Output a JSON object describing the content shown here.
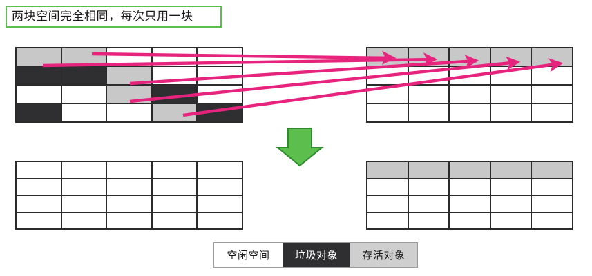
{
  "page": {
    "title_banner": "两块空间完全相同，每次只用一块",
    "accent_green": "#5CBE4C",
    "accent_pink": "#E6247E",
    "color_free": "#FFFFFF",
    "color_garbage": "#2F2F31",
    "color_live": "#C8C8C8",
    "grid_border": "#2B2B2B"
  },
  "legend": {
    "items": [
      {
        "label": "空闲空间",
        "state": "free",
        "swatch": "#FFFFFF"
      },
      {
        "label": "垃圾对象",
        "state": "garbage",
        "swatch": "#2F2F31"
      },
      {
        "label": "存活对象",
        "state": "live",
        "swatch": "#CFCFCF"
      }
    ]
  },
  "arrows": {
    "copy_arrow_color": "#E6247E",
    "flow_arrow_color": "#5CBE4C",
    "copy_arrow_count": 5,
    "flow_arrow_direction": "down"
  },
  "grids": {
    "top_left": {
      "name": "from-space-before-gc",
      "rows": 4,
      "cols": 5,
      "cells": [
        [
          "live",
          "live",
          "free",
          "free",
          "free"
        ],
        [
          "garbage",
          "garbage",
          "live",
          "free",
          "free"
        ],
        [
          "free",
          "free",
          "live",
          "garbage",
          "free"
        ],
        [
          "garbage",
          "free",
          "free",
          "live",
          "garbage"
        ]
      ]
    },
    "top_right": {
      "name": "to-space-after-copy",
      "rows": 4,
      "cols": 5,
      "cells": [
        [
          "live",
          "live",
          "live",
          "live",
          "live"
        ],
        [
          "free",
          "free",
          "free",
          "free",
          "free"
        ],
        [
          "free",
          "free",
          "free",
          "free",
          "free"
        ],
        [
          "free",
          "free",
          "free",
          "free",
          "free"
        ]
      ]
    },
    "bottom_left": {
      "name": "from-space-cleared",
      "rows": 4,
      "cols": 5,
      "cells": [
        [
          "free",
          "free",
          "free",
          "free",
          "free"
        ],
        [
          "free",
          "free",
          "free",
          "free",
          "free"
        ],
        [
          "free",
          "free",
          "free",
          "free",
          "free"
        ],
        [
          "free",
          "free",
          "free",
          "free",
          "free"
        ]
      ]
    },
    "bottom_right": {
      "name": "to-space-compacted",
      "rows": 4,
      "cols": 5,
      "cells": [
        [
          "live",
          "live",
          "live",
          "live",
          "live"
        ],
        [
          "free",
          "free",
          "free",
          "free",
          "free"
        ],
        [
          "free",
          "free",
          "free",
          "free",
          "free"
        ],
        [
          "free",
          "free",
          "free",
          "free",
          "free"
        ]
      ]
    }
  }
}
